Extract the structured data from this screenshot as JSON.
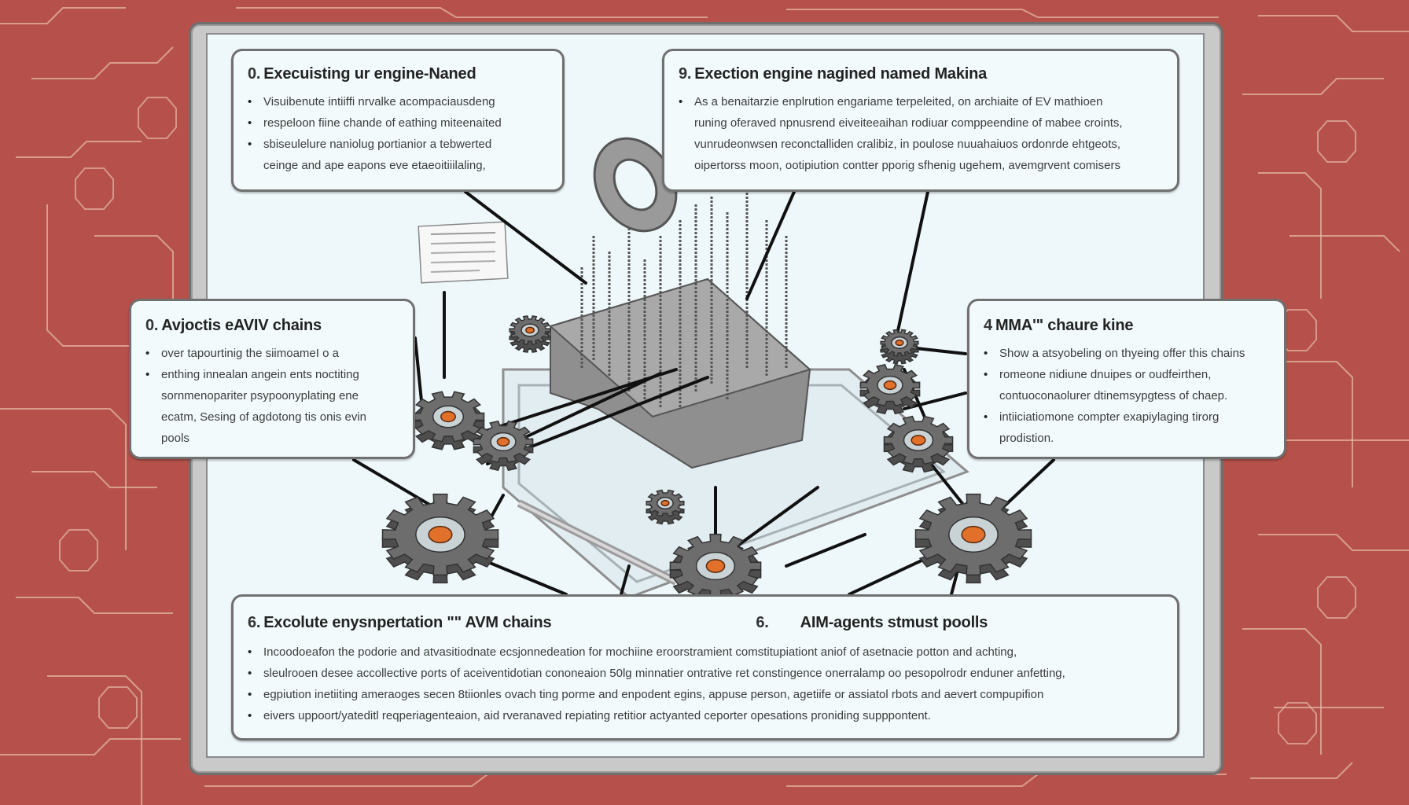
{
  "colors": {
    "background": "#b5514a",
    "circuit_lines": "#e6b7a6",
    "frame": "#c9c9c9",
    "canvas": "#eef8fb",
    "box_border": "#707070",
    "gear": "#6d6d6d",
    "gear_core": "#e0702a",
    "connector": "#111111"
  },
  "boxes": {
    "top_left": {
      "number": "0.",
      "title": "Execuisting ur engine-Naned",
      "items": [
        {
          "text": "Visuibenute intiiffi nrvalke acompaciausdeng",
          "bullet": true
        },
        {
          "text": "respeloon fiine chande of eathing miteenaited",
          "bullet": true
        },
        {
          "text": "sbiseulelure naniolug portianior a tebwerted",
          "bullet": true
        },
        {
          "text": "ceinge and ape eapons eve etaeoitiiilaling,",
          "bullet": false
        }
      ]
    },
    "top_right": {
      "number": "9.",
      "title": "Exection engine nagined named Makina",
      "items": [
        {
          "text": "As a benaitarzie enplrution engariame terpeleited, on archiaite of EV mathioen",
          "bullet": true
        },
        {
          "text": "runing oferaved npnusrend eiveiteeaihan rodiuar comppeendine of mabee croints,",
          "bullet": false
        },
        {
          "text": "vunrudeonwsen reconctalliden cralibiz, in poulose nuuahaiuos ordonrde ehtgeots,",
          "bullet": false
        },
        {
          "text": "oipertorss moon, ootipiution contter pporig sfhenig ugehem, avemgrvent comisers",
          "bullet": false
        }
      ]
    },
    "middle_left": {
      "number": "0.",
      "title": "Avjoctis eAVIV chains",
      "items": [
        {
          "text": "over tapourtinig the siimoameI o a",
          "bullet": true
        },
        {
          "text": "enthing innealan angein ents noctiting",
          "bullet": true
        },
        {
          "text": "sornmenopariter psypoonyplating ene",
          "bullet": false
        },
        {
          "text": "ecatm, Sesing of agdotong tis onis evin",
          "bullet": false
        },
        {
          "text": "pools",
          "bullet": false
        }
      ]
    },
    "middle_right": {
      "number": "4",
      "title": "MMA'\" chaure kine",
      "items": [
        {
          "text": "Show a atsyobeling on thyeing offer this chains",
          "bullet": true
        },
        {
          "text": "romeone nidiune dnuipes or oudfeirthen,",
          "bullet": true
        },
        {
          "text": "contuoconaolurer dtinemsypgtess of chaep.",
          "bullet": false
        },
        {
          "text": "intiiciatiomone compter exapiylaging tirorg",
          "bullet": true
        },
        {
          "text": "prodistion.",
          "bullet": false
        }
      ]
    },
    "bottom": {
      "titles": [
        {
          "number": "6.",
          "title": "Excolute enysnpertation \"\" AVM chains"
        },
        {
          "number": "6.",
          "title": "AIM-agents stmust poolls"
        }
      ],
      "items": [
        {
          "text": "Incoodoeafon the podorie and atvasitiodnate ecsjonnedeation for mochiine eroorstramient comstitupiationt aniof of asetnacie potton and achting,",
          "bullet": true
        },
        {
          "text": "sleulrooen desee accollective ports of aceiventidotian cononeaion 50lg minnatier ontrative ret constingence onerralamp oo pesopolrodr enduner anfetting,",
          "bullet": true
        },
        {
          "text": "egpiution inetiiting ameraoges secen 8tiionles ovach ting porme and enpodent egins, appuse person, agetiife or assiatol rbots and aevert compupifion",
          "bullet": true
        },
        {
          "text": "eivers uppoort/yateditl reqperiagenteaion, aid rveranaved repiating retitior actyanted ceporter opesations proniding supppontent.",
          "bullet": true
        }
      ]
    }
  }
}
